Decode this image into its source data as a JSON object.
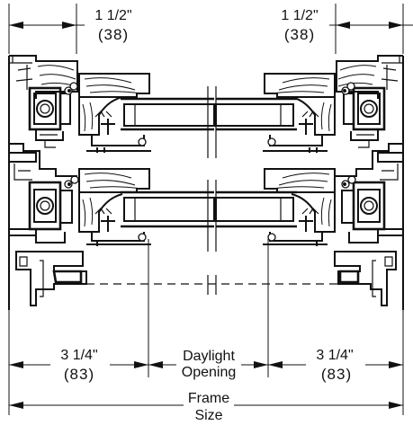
{
  "dimensions": {
    "top_left": {
      "inch": "1 1/2\"",
      "mm": "(38)"
    },
    "top_right": {
      "inch": "1 1/2\"",
      "mm": "(38)"
    },
    "bottom_left": {
      "inch": "3 1/4\"",
      "mm": "(83)"
    },
    "bottom_right": {
      "inch": "3 1/4\"",
      "mm": "(83)"
    },
    "daylight": {
      "line1": "Daylight",
      "line2": "Opening"
    },
    "frame": {
      "line1": "Frame",
      "line2": "Size"
    }
  }
}
